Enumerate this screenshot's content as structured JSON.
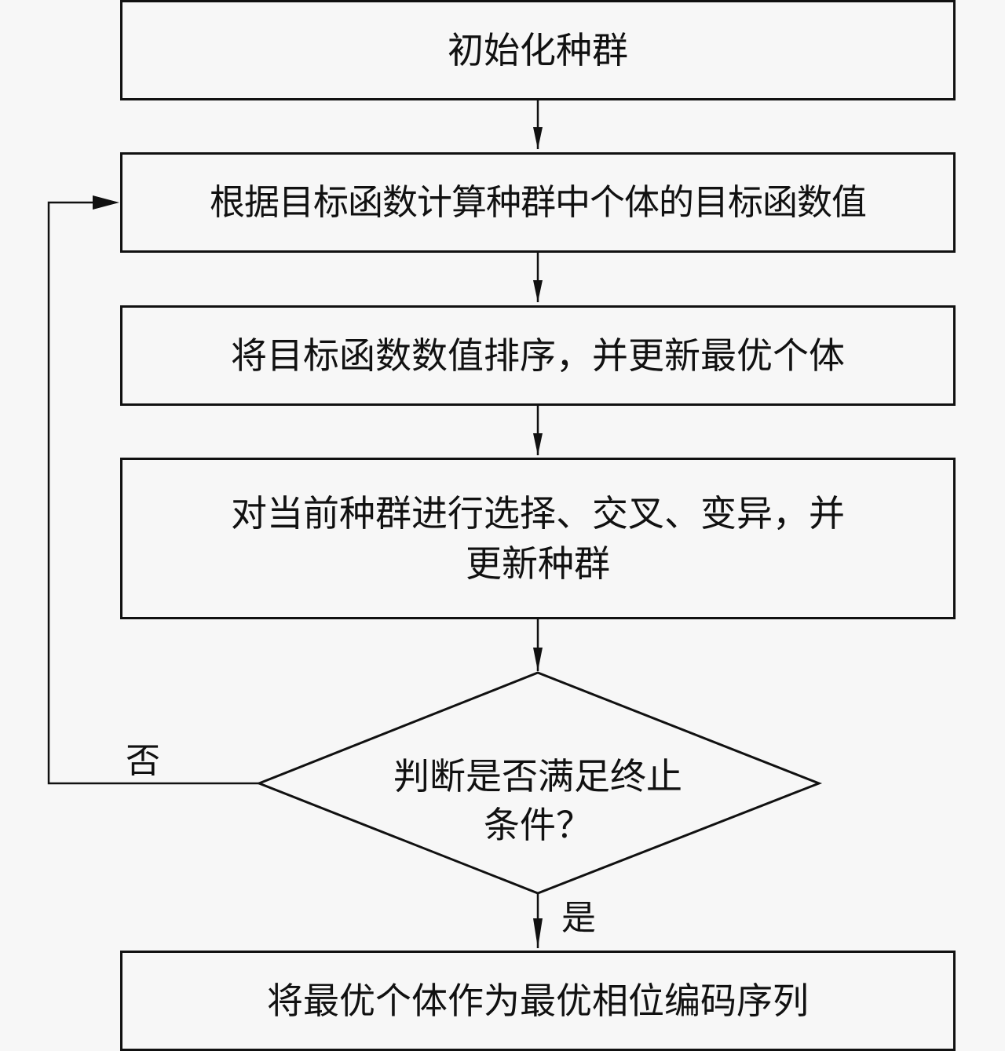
{
  "flowchart": {
    "steps": [
      {
        "id": "init",
        "text": "初始化种群"
      },
      {
        "id": "evaluate",
        "text": "根据目标函数计算种群中个体的目标函数值"
      },
      {
        "id": "sort",
        "text": "将目标函数数值排序，并更新最优个体"
      },
      {
        "id": "evolve",
        "line1": "对当前种群进行选择、交叉、变异，并",
        "line2": "更新种群"
      },
      {
        "id": "output",
        "text": "将最优个体作为最优相位编码序列"
      }
    ],
    "decision": {
      "line1": "判断是否满足终止",
      "line2": "条件？"
    },
    "branches": {
      "no": "否",
      "yes": "是"
    }
  }
}
